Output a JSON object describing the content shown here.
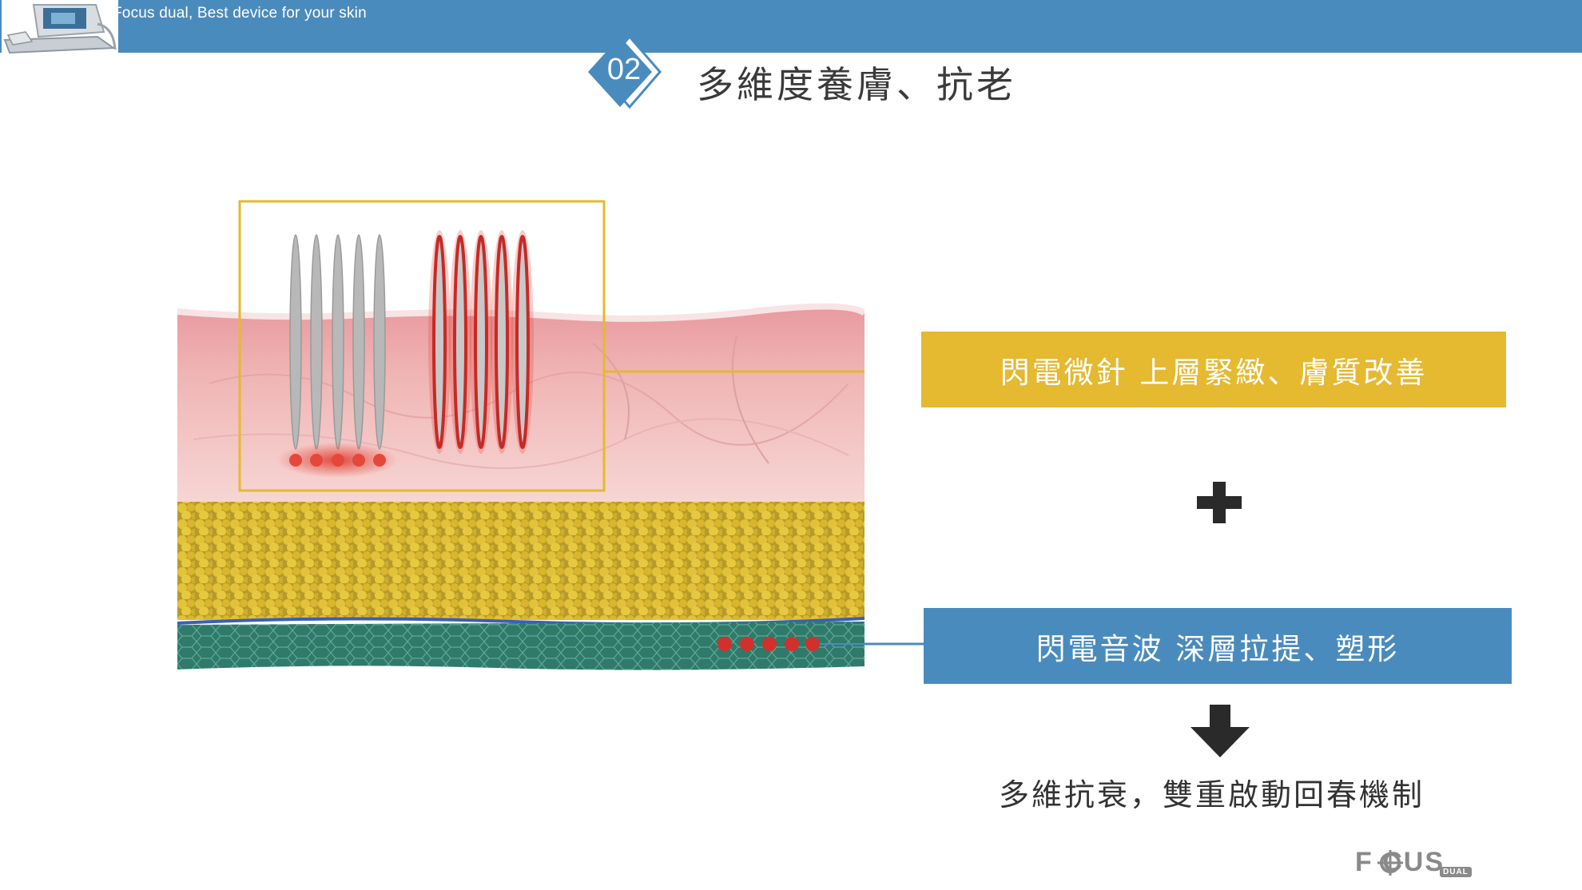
{
  "header": {
    "tagline": "Focus dual, Best device for your skin",
    "band_color": "#4a8bbd"
  },
  "section": {
    "number": "02",
    "title": "多維度養膚、抗老"
  },
  "illustration": {
    "icon": "skin-layers-diagram",
    "needle_colors": [
      "#a8a8a8",
      "#c93535"
    ]
  },
  "labels": {
    "upper": "閃電微針 上層緊緻、膚質改善",
    "upper_color": "#e5b930",
    "lower": "閃電音波 深層拉提、塑形",
    "lower_color": "#4a8bbd"
  },
  "symbols": {
    "plus": "plus-icon",
    "arrow": "arrow-down-icon"
  },
  "result": "多維抗衰，雙重啟動回春機制",
  "brand": {
    "logo_main": "F  CUS",
    "logo_sub": "DUAL"
  }
}
